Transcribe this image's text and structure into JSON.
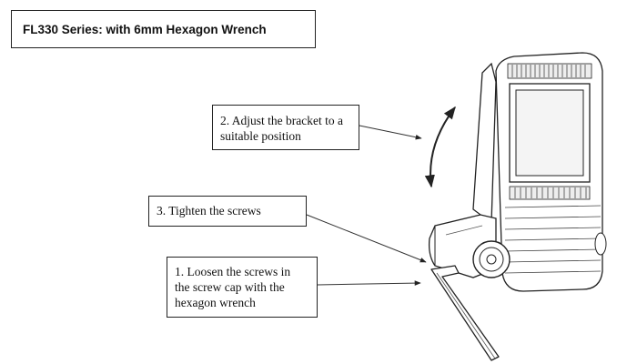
{
  "title": "FL330 Series: with 6mm Hexagon Wrench",
  "callouts": {
    "adjust": {
      "lines": [
        "2. Adjust the bracket to a",
        "suitable position"
      ]
    },
    "tighten": {
      "lines": [
        "3. Tighten the screws"
      ]
    },
    "loosen": {
      "lines": [
        "1. Loosen the screws in",
        "the screw cap with the",
        "hexagon wrench"
      ]
    }
  }
}
